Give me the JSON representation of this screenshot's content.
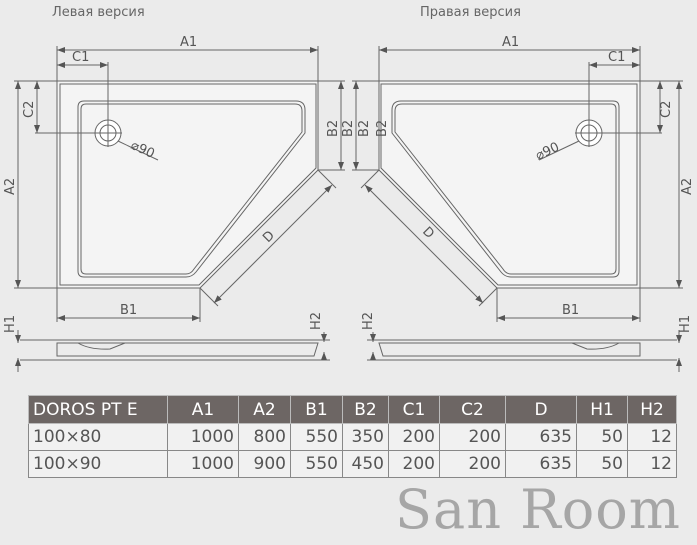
{
  "titles": {
    "left": "Левая версия",
    "right": "Правая версия"
  },
  "labels": {
    "A1": "A1",
    "A2": "A2",
    "B1": "B1",
    "B2": "B2",
    "C1": "C1",
    "C2": "C2",
    "D": "D",
    "H1": "H1",
    "H2": "H2",
    "drain": "⌀90"
  },
  "table": {
    "headers": [
      "DOROS PT E",
      "A1",
      "A2",
      "B1",
      "B2",
      "C1",
      "C2",
      "D",
      "H1",
      "H2"
    ],
    "rows": [
      [
        "100×80",
        "1000",
        "800",
        "550",
        "350",
        "200",
        "200",
        "635",
        "50",
        "12"
      ],
      [
        "100×90",
        "1000",
        "900",
        "550",
        "450",
        "200",
        "200",
        "635",
        "50",
        "12"
      ]
    ]
  },
  "watermark": "San Room"
}
